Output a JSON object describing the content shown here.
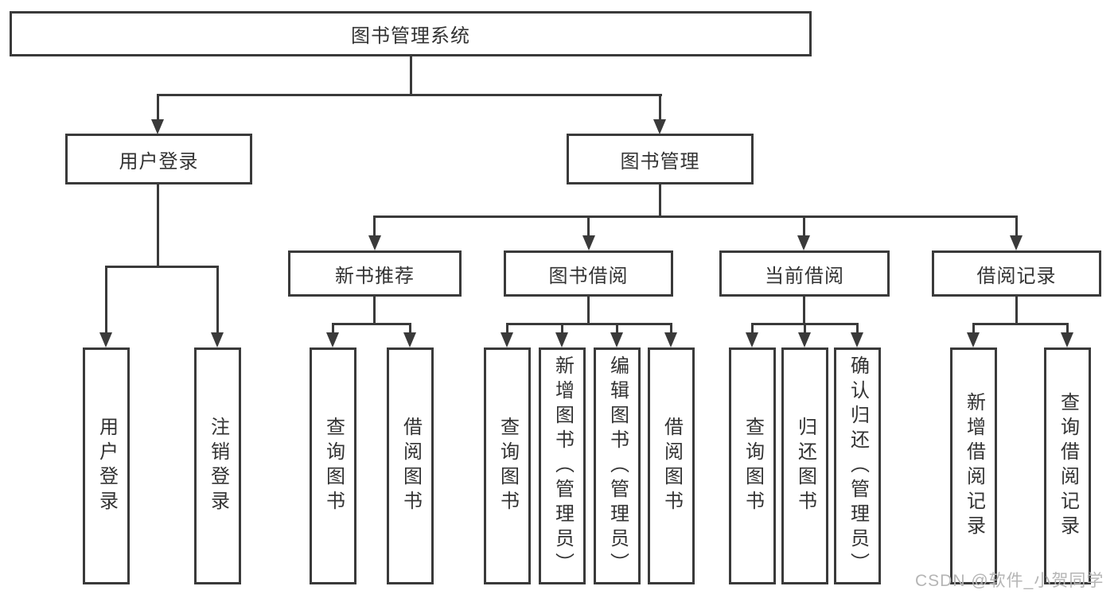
{
  "tree": {
    "root": "图书管理系统",
    "branches": [
      {
        "label": "用户登录",
        "children": [
          "用户登录",
          "注销登录"
        ]
      },
      {
        "label": "图书管理",
        "groups": [
          {
            "label": "新书推荐",
            "children": [
              "查询图书",
              "借阅图书"
            ]
          },
          {
            "label": "图书借阅",
            "children": [
              "查询图书",
              "新增图书（管理员）",
              "编辑图书（管理员）",
              "借阅图书"
            ]
          },
          {
            "label": "当前借阅",
            "children": [
              "查询图书",
              "归还图书",
              "确认归还（管理员）"
            ]
          },
          {
            "label": "借阅记录",
            "children": [
              "新增借阅记录",
              "查询借阅记录"
            ]
          }
        ]
      }
    ]
  },
  "watermark": {
    "text": "CSDN @软件_小贺同学",
    "color": "#b5b5b5"
  },
  "colors": {
    "line": "#3a3a3a",
    "box_border": "#3a3a3a",
    "text": "#333333",
    "background": "#ffffff"
  }
}
